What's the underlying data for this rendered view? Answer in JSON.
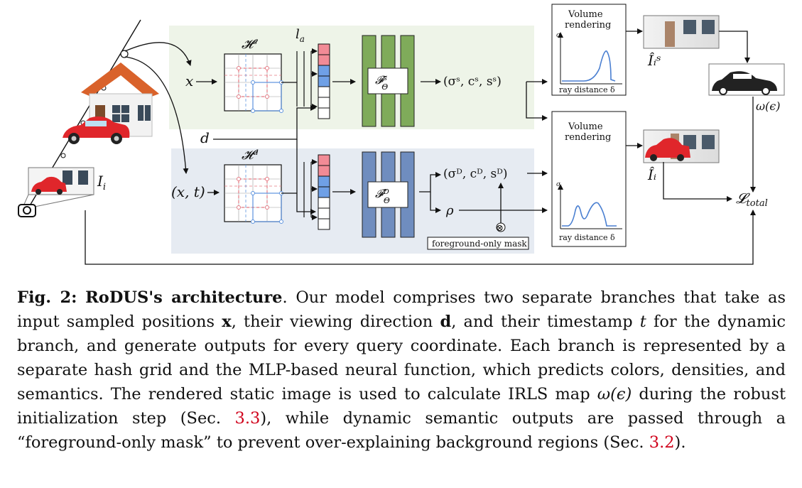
{
  "figure": {
    "static_branch": {
      "hash_grid": "𝓗ˢ",
      "input": "x",
      "level_label": "l",
      "level_sub": "a",
      "mlp": "𝓕ˢ",
      "mlp_sub": "Θ",
      "outputs": "(σˢ, cˢ, sˢ)"
    },
    "dynamic_branch": {
      "hash_grid": "𝓗ᵈ",
      "input": "(x, t)",
      "mlp": "𝓕ᴰ",
      "mlp_sub": "Θ",
      "outputs": "(σᴰ, cᴰ, sᴰ)",
      "rho": "ρ",
      "mask_label": "foreground-only mask",
      "otimes": "⊗"
    },
    "direction": "d",
    "image_label": "I",
    "image_sub": "i",
    "volume_rendering_top": [
      "Volume",
      "rendering"
    ],
    "volume_rendering_bottom": [
      "Volume",
      "rendering"
    ],
    "sigma": "σ",
    "ray_distance": "ray distance δ",
    "static_image_label": "Îᵢˢ",
    "dynamic_image_label": "Îᵢ",
    "irls_label": "ω(ϵ)",
    "loss_label": "𝓛",
    "loss_sub": "total",
    "colors": {
      "static_bg": "#eef4e8",
      "dynamic_bg": "#e6ebf2",
      "static_mlp": "#7fab5a",
      "dynamic_mlp": "#6f8dbf",
      "level_red": "#f28b96",
      "level_blue": "#6fa0e6",
      "curve": "#4a7fd1"
    }
  },
  "caption": {
    "fig_label": "Fig. 2:",
    "title": "RoDUS's architecture",
    "body_1": ". Our model comprises two separate branches that take as input sampled positions ",
    "x": "x",
    "body_2": ", their viewing direction ",
    "d": "d",
    "body_3": ", and their timestamp ",
    "t": "t",
    "body_4": " for the dynamic branch, and generate outputs for every query coordinate. Each branch is represented by a separate hash grid and the MLP-based neural function, which predicts colors, densities, and semantics. The rendered static image is used to calculate IRLS map ",
    "omega": "ω(ϵ)",
    "body_5": " during the robust initialization step (Sec. ",
    "ref_1": "3.3",
    "body_6": "), while dynamic semantic outputs are passed through a “foreground-only mask” to prevent over-explaining background regions (Sec. ",
    "ref_2": "3.2",
    "body_7": ")."
  }
}
